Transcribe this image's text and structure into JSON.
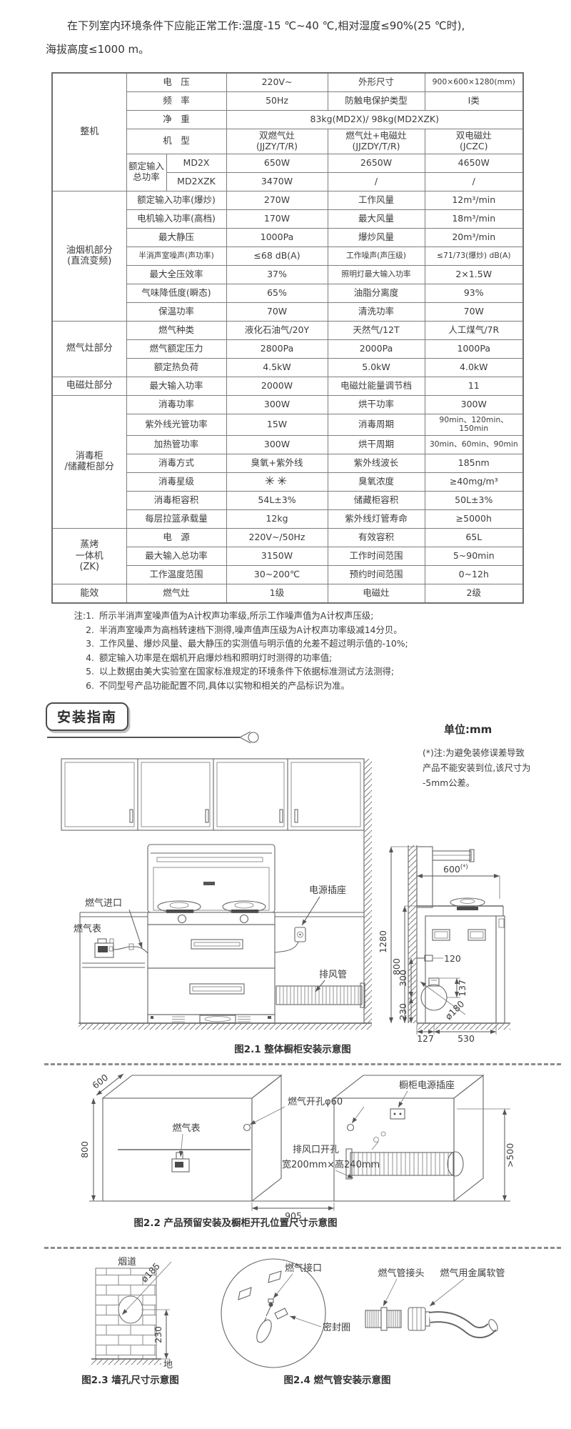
{
  "colors": {
    "text": "#3d3d3d",
    "table_border": "#7e7e7e",
    "drawing_line": "#666666"
  },
  "intro": {
    "line1": "在下列室内环境条件下应能正常工作:温度-15 ℃~40 ℃,相对湿度≤90%(25 ℃时),",
    "line2": "海拔高度≤1000 m。"
  },
  "spec_table": {
    "sections": [
      {
        "name": "整机",
        "rows": [
          [
            "电　压",
            "220V~",
            "外形尺寸",
            "900×600×1280(mm)"
          ],
          [
            "频　率",
            "50Hz",
            "防触电保护类型",
            "I类"
          ],
          [
            "净　重",
            "83kg(MD2X)/ 98kg(MD2XZK)"
          ],
          [
            "机　型",
            "双燃气灶\n(JJZY/T/R)",
            "燃气灶+电磁灶\n(JJZDY/T/R)",
            "双电磁灶\n(JCZC)"
          ],
          [
            "额定输入\n总功率",
            "MD2X",
            "650W",
            "2650W",
            "4650W"
          ],
          [
            "MD2XZK",
            "3470W",
            "/",
            "/"
          ]
        ]
      },
      {
        "name": "油烟机部分\n(直流变频)",
        "rows": [
          [
            "额定输入功率(爆炒)",
            "270W",
            "工作风量",
            "12m³/min"
          ],
          [
            "电机输入功率(高档)",
            "170W",
            "最大风量",
            "18m³/min"
          ],
          [
            "最大静压",
            "1000Pa",
            "爆炒风量",
            "20m³/min"
          ],
          [
            "半消声室噪声(声功率)",
            "≤68 dB(A)",
            "工作噪声(声压级)",
            "≤71/73(爆炒) dB(A)"
          ],
          [
            "最大全压效率",
            "37%",
            "照明灯最大输入功率",
            "2×1.5W"
          ],
          [
            "气味降低度(瞬态)",
            "65%",
            "油脂分离度",
            "93%"
          ],
          [
            "保温功率",
            "70W",
            "清洗功率",
            "70W"
          ]
        ]
      },
      {
        "name": "燃气灶部分",
        "rows": [
          [
            "燃气种类",
            "液化石油气/20Y",
            "天然气/12T",
            "人工煤气/7R"
          ],
          [
            "燃气额定压力",
            "2800Pa",
            "2000Pa",
            "1000Pa"
          ],
          [
            "额定热负荷",
            "4.5kW",
            "5.0kW",
            "4.0kW"
          ]
        ]
      },
      {
        "name": "电磁灶部分",
        "rows": [
          [
            "最大输入功率",
            "2000W",
            "电磁灶能量调节档",
            "11"
          ]
        ]
      },
      {
        "name": "消毒柜\n/储藏柜部分",
        "rows": [
          [
            "消毒功率",
            "300W",
            "烘干功率",
            "300W"
          ],
          [
            "紫外线光管功率",
            "15W",
            "消毒周期",
            "90min、120min、150min"
          ],
          [
            "加热管功率",
            "300W",
            "烘干周期",
            "30min、60min、90min"
          ],
          [
            "消毒方式",
            "臭氧+紫外线",
            "紫外线波长",
            "185nm"
          ],
          [
            "消毒星级",
            "✳✳",
            "臭氧浓度",
            "≥40mg/m³"
          ],
          [
            "消毒柜容积",
            "54L±3%",
            "储藏柜容积",
            "50L±3%"
          ],
          [
            "每层拉篮承载量",
            "12kg",
            "紫外线灯管寿命",
            "≥5000h"
          ]
        ]
      },
      {
        "name": "蒸烤\n一体机\n(ZK)",
        "rows": [
          [
            "电　源",
            "220V~/50Hz",
            "有效容积",
            "65L"
          ],
          [
            "最大输入总功率",
            "3150W",
            "工作时间范围",
            "5~90min"
          ],
          [
            "工作温度范围",
            "30~200℃",
            "预约时间范围",
            "0~12h"
          ]
        ]
      },
      {
        "name": "能效",
        "rows": [
          [
            "燃气灶",
            "1级",
            "电磁灶",
            "2级"
          ]
        ]
      }
    ]
  },
  "notes": {
    "items": [
      {
        "num": "注:1.",
        "text": "所示半消声室噪声值为A计权声功率级,所示工作噪声值为A计权声压级;"
      },
      {
        "num": "2.",
        "text": "半消声室噪声为高档转速档下测得,噪声值声压级为A计权声功率级减14分贝。"
      },
      {
        "num": "3.",
        "text": "工作风量、爆炒风量、最大静压的实测值与明示值的允差不超过明示值的-10%;"
      },
      {
        "num": "4.",
        "text": "额定输入功率是在烟机开启爆炒档和照明灯时测得的功率值;"
      },
      {
        "num": "5.",
        "text": "以上数据由美大实验室在国家标准规定的环境条件下依据标准测试方法测得;"
      },
      {
        "num": "6.",
        "text": "不同型号产品功能配置不同,具体以实物和相关的产品标识为准。"
      }
    ]
  },
  "install": {
    "badge_label": "安装指南",
    "unit_label": "单位:mm",
    "tolerance_note": [
      "(*)注:为避免装修误差导致",
      "产品不能安装到位,该尺寸为",
      "-5mm公差。"
    ],
    "fig21": {
      "caption": "图2.1 整体橱柜安装示意图",
      "labels": {
        "gas_inlet": "燃气进口",
        "gas_meter": "燃气表",
        "power_socket": "电源插座",
        "exhaust_duct": "排风管"
      },
      "dims": {
        "w600": "600",
        "w600_sup": "(*)",
        "h1280": "1280",
        "h800": "800",
        "h300": "300",
        "h230": "230",
        "d120": "120",
        "d137": "137",
        "dia180": "ø180",
        "w127": "127",
        "w530": "530"
      }
    },
    "fig22": {
      "caption": "图2.2 产品预留安装及橱柜开孔位置尺寸示意图",
      "labels": {
        "gas_meter": "燃气表",
        "gas_hole": "燃气开孔φ60",
        "vent_hole_line1": "排风口开孔",
        "vent_hole_line2": "宽200mm×高240mm",
        "cabinet_socket": "橱柜电源插座"
      },
      "dims": {
        "d600": "600",
        "h800": "800",
        "w905": "905",
        "h500": ">500"
      }
    },
    "fig23": {
      "caption": "图2.3 墙孔尺寸示意图",
      "labels": {
        "flue": "烟道",
        "ground": "地"
      },
      "dims": {
        "dia185": "ø185",
        "h230": "230"
      }
    },
    "fig24": {
      "caption": "图2.4 燃气管安装示意图",
      "labels": {
        "gas_port": "燃气接口",
        "seal_ring": "密封圈",
        "pipe_joint": "燃气管接头",
        "metal_hose": "燃气用金属软管"
      }
    }
  }
}
